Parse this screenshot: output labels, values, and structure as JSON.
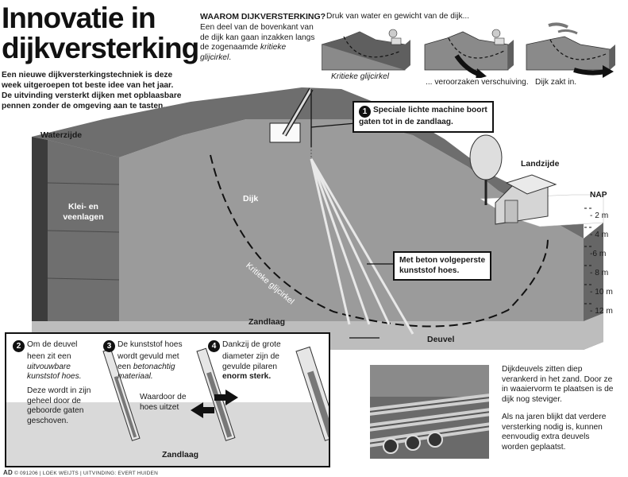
{
  "title": {
    "line1": "Innovatie in",
    "line2": "dijkversterking"
  },
  "intro": "Een nieuwe dijkversterkingstechniek is deze week uitgeroepen tot beste idee van het jaar. De uitvinding versterkt dijken met opblaasbare pennen zonder de omgeving aan te tasten.",
  "why": {
    "title": "WAAROM DIJKVERSTERKING?",
    "text_a": "Een deel van de bovenkant van de dijk kan gaan inzakken langs de zogenaamde ",
    "text_b": "kritieke glijcirkel",
    "text_c": ".",
    "cap_top": "Druk van water en gewicht van de dijk...",
    "cap_circle": "Kritieke glijcirkel",
    "cap_shift": "... veroorzaken verschuiving.",
    "cap_sink": "Dijk zakt in."
  },
  "labels": {
    "waterzijde": "Waterzijde",
    "landzijde": "Landzijde",
    "klei_1": "Klei- en",
    "klei_2": "veenlagen",
    "dijk": "Dijk",
    "glijcirkel": "Kritieke glijcirkel",
    "zandlaag": "Zandlaag",
    "deuvel": "Deuvel"
  },
  "callout1": {
    "num": "1",
    "line1": "Speciale lichte machine boort",
    "line2": "gaten tot in de zandlaag."
  },
  "callout_beton": {
    "line1": "Met beton volgeperste",
    "line2": "kunststof hoes."
  },
  "nap": {
    "title": "NAP",
    "levels": [
      "- 2 m",
      "- 4 m",
      "-6 m",
      "- 8 m",
      "- 10 m",
      "- 12 m"
    ]
  },
  "steps": {
    "s2": {
      "num": "2",
      "a": "Om de deuvel",
      "b": "heen zit een",
      "c": "uitvouwbare",
      "d": "kunststof hoes."
    },
    "s2_extra": {
      "a": "Deze wordt in zijn",
      "b": "geheel door de",
      "c": "geboorde gaten",
      "d": "geschoven."
    },
    "s3": {
      "num": "3",
      "a": "De kunststof hoes",
      "b": "wordt gevuld met",
      "c": "een ",
      "c_it": "betonachtig",
      "d": "materiaal."
    },
    "s3_extra": {
      "a": "Waardoor de",
      "b": "hoes uitzet"
    },
    "s4": {
      "num": "4",
      "a": "Dankzij de grote",
      "b": "diameter zijn de",
      "c": "gevulde pilaren",
      "d": "enorm sterk."
    },
    "zandlaag": "Zandlaag"
  },
  "photo_text": {
    "p1a": "Dijkdeuvels zitten diep",
    "p1b": "verankerd in het zand. Door ze",
    "p1c": "in waaiervorm te plaatsen is de",
    "p1d": "dijk nog steviger.",
    "p2a": "Als na jaren blijkt dat verdere",
    "p2b": "versterking nodig is, kunnen",
    "p2c": "eenvoudig extra deuvels",
    "p2d": "worden geplaatst."
  },
  "credit": {
    "logo": "AD",
    "text": "© 091206 | LOEK WEIJTS | UITVINDING: EVERT HUIDEN"
  }
}
